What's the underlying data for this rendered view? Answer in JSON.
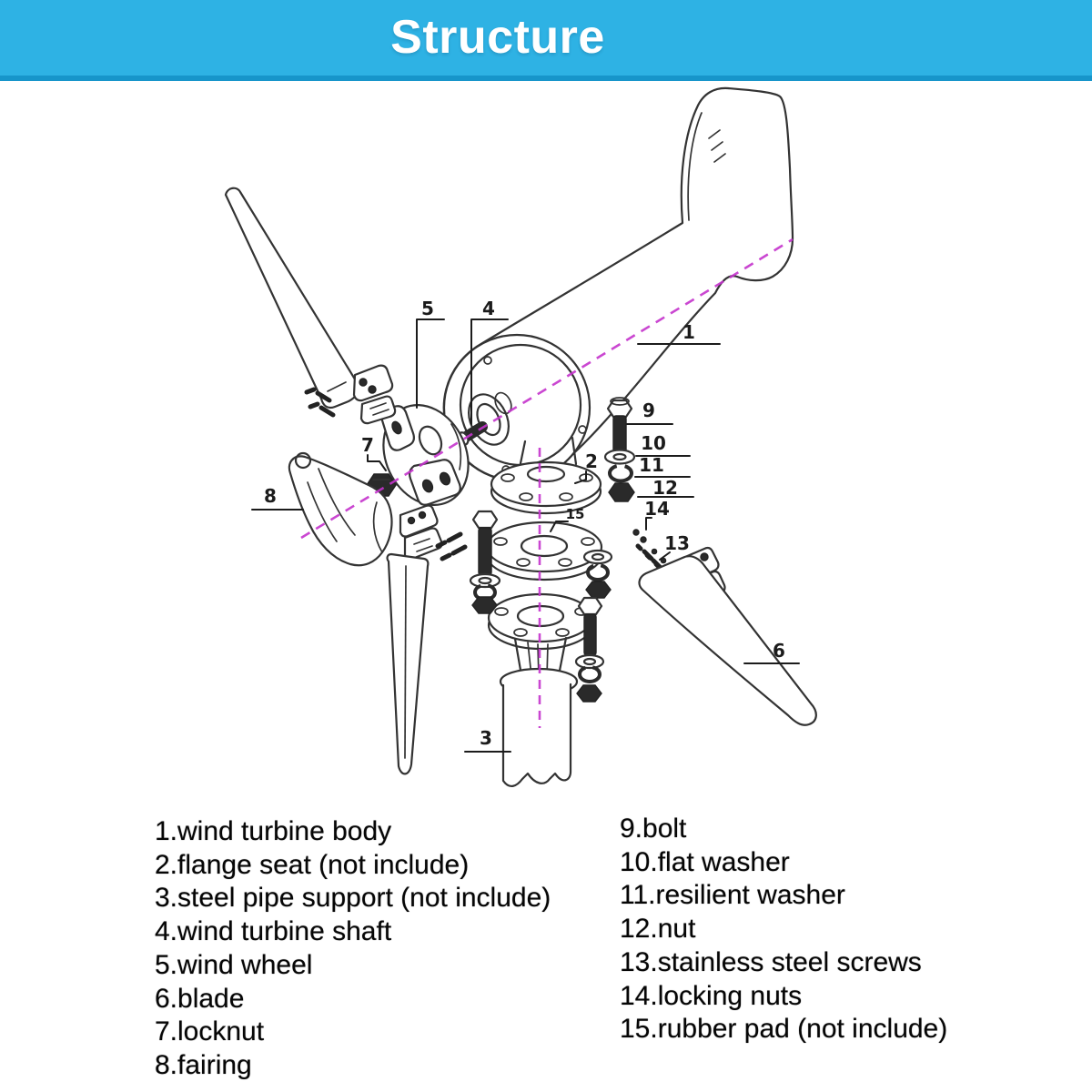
{
  "header": {
    "title": "Structure"
  },
  "colors": {
    "banner_blue": "#2eb2e4",
    "banner_edge": "#1795ca",
    "centerline_magenta": "#c433cc",
    "drawing_line": "#333333"
  },
  "diagram": {
    "description": "exploded view of small wind turbine",
    "callouts": [
      "1",
      "2",
      "3",
      "4",
      "5",
      "6",
      "7",
      "8",
      "9",
      "10",
      "11",
      "12",
      "13",
      "14",
      "15"
    ]
  },
  "legend": {
    "left": [
      "1.wind turbine body",
      "2.flange seat (not include)",
      "3.steel pipe support (not include)",
      "4.wind turbine shaft",
      "5.wind wheel",
      "6.blade",
      "7.locknut",
      "8.fairing"
    ],
    "right": [
      "9.bolt",
      "10.flat washer",
      "11.resilient washer",
      "12.nut",
      "13.stainless steel screws",
      "14.locking nuts",
      "15.rubber pad (not include)"
    ]
  }
}
